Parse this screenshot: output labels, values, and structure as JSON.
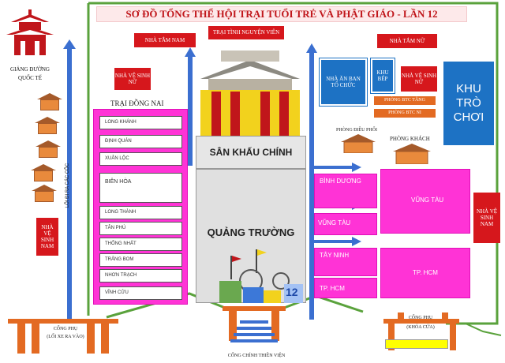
{
  "title": "SƠ ĐỒ TỔNG THỂ HỘI TRẠI TUỔI TRẺ VÀ PHẬT GIÁO - LẦN 12",
  "left_building": {
    "name_line1": "GIẢNG ĐƯỜNG",
    "name_line2": "QUỐC TẾ"
  },
  "road_label": "LỐI ĐI RA CÁC CỐC",
  "toilets": {
    "male_top": "NHÀ TẮM NAM",
    "female_left": "NHÀ VỆ SINH NỮ",
    "male_left_vertical": "NHÀ VỆ SINH NAM",
    "trai_tinh_nguyen": "TRẠI TÌNH NGUYỆN VIÊN",
    "female_top_right": "NHÀ TẮM NỮ",
    "female_right": "NHÀ VỆ SINH NỮ",
    "male_right_vertical": "NHÀ VỆ SINH NAM"
  },
  "trai_dong_nai": {
    "title": "TRẠI ĐỒNG NAI",
    "items": [
      "LONG KHÁNH",
      "ĐỊNH QUÁN",
      "XUÂN LỘC",
      "BIÊN HÒA",
      "LONG THÀNH",
      "TÂN PHÚ",
      "THỐNG NHẤT",
      "TRẢNG BOM",
      "NHƠN TRẠCH",
      "VĨNH CỬU"
    ]
  },
  "stage": "SÂN KHẤU CHÍNH",
  "square": "QUẢNG TRƯỜNG",
  "banner_number": "12",
  "right_camps": {
    "binh_duong": "BÌNH DƯƠNG",
    "vung_tau_small": "VŨNG TÀU",
    "tay_ninh": "TÂY NINH",
    "tp_hcm_small": "TP. HCM",
    "vung_tau_big": "VŨNG TÀU",
    "tp_hcm_big": "TP. HCM"
  },
  "facilities": {
    "nha_an": "NHÀ ĂN BAN TỔ CHỨC",
    "khu_bep": "KHU BẾP",
    "khu_tro_choi": "KHU TRÒ CHƠI",
    "phong_btc_tang": "PHÒNG BTC TĂNG",
    "phong_btc_ni": "PHÒNG BTC NI",
    "phong_dieu_phoi": "PHÒNG ĐIỀU PHỐI",
    "phong_khach": "PHÒNG KHÁCH"
  },
  "gates": {
    "side_left_line1": "CỔNG PHỤ",
    "side_left_line2": "(LỐI XE RA VÀO)",
    "main": "CỔNG CHÍNH THIỀN VIỆN",
    "side_right_line1": "CỔNG PHỤ",
    "side_right_line2": "(KHÓA CỬA)"
  },
  "colors": {
    "boundary": "#5aa23c",
    "magenta": "#ff33d6",
    "red": "#d6171c",
    "blue": "#1d72c4",
    "orange": "#e36a22",
    "arrow": "#3b6fd0"
  }
}
